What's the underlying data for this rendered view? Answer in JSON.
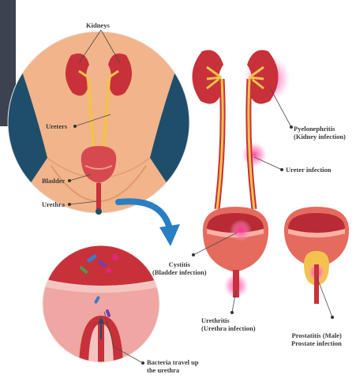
{
  "labels": {
    "kidneys": "Kidneys",
    "ureters": "Ureters",
    "bladder": "Bladder",
    "urethra": "Urethra",
    "pyelonephritis": "Pyelonephritis",
    "pyelonephritis_sub": "(Kidney infection)",
    "ureter_infection": "Ureter infection",
    "cystitis": "Cystitis",
    "cystitis_sub": "(Bladder infection)",
    "urethritis": "Urethritis",
    "urethritis_sub": "(Urethra infection)",
    "prostatitis": "Prostatitis (Male)",
    "prostatitis_sub": "Prostate infection",
    "bacteria": "Bacteria travel up",
    "bacteria_sub": "the urethra"
  },
  "colors": {
    "kidney": "#c8313a",
    "skin": "#f2b48a",
    "bladder": "#d64a4f",
    "infection": "#ff5fa8",
    "arrow": "#2a7fc4",
    "ureter": "#f3c24d"
  }
}
